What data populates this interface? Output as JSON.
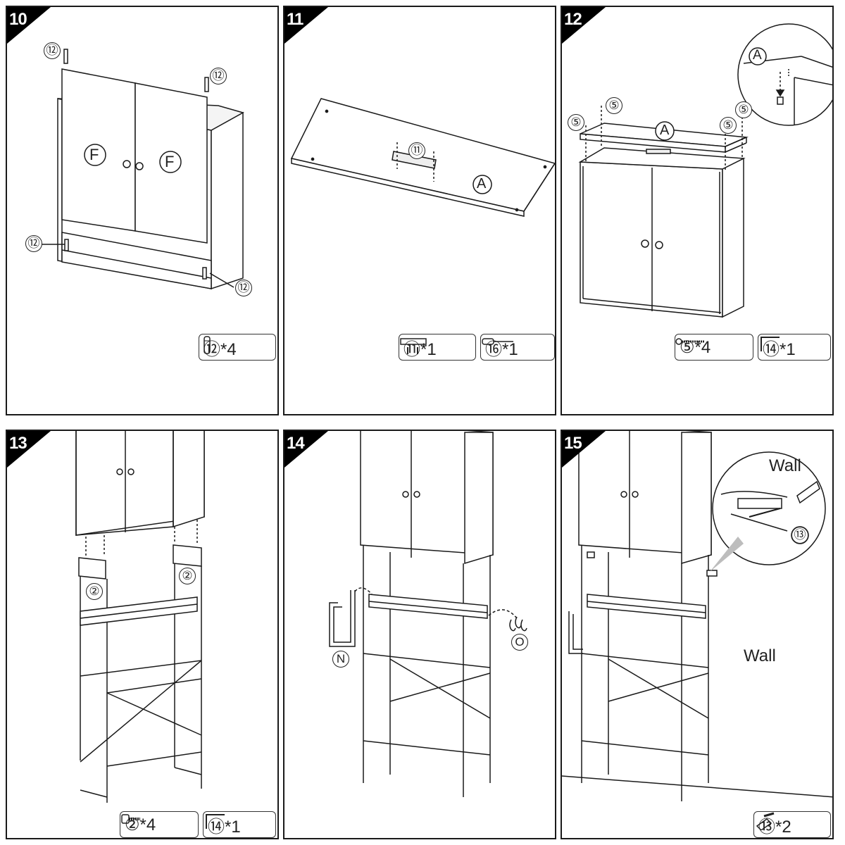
{
  "steps": [
    {
      "number": "10",
      "callouts": [
        "⑫",
        "⑫",
        "⑫",
        "⑫"
      ],
      "letters": [
        "F",
        "F"
      ],
      "parts": [
        {
          "label": "⑫*4",
          "icon": "dowel-pin-icon"
        }
      ]
    },
    {
      "number": "11",
      "callouts": [
        "⑪"
      ],
      "letters": [
        "A"
      ],
      "parts": [
        {
          "label": "⑪*1",
          "icon": "hinge-plate-icon"
        },
        {
          "label": "⑯*1",
          "icon": "screwdriver-icon"
        }
      ]
    },
    {
      "number": "12",
      "callouts": [
        "⑤",
        "⑤",
        "⑤",
        "⑤"
      ],
      "letters": [
        "A",
        "A"
      ],
      "parts": [
        {
          "label": "⑤*4",
          "icon": "screw-icon"
        },
        {
          "label": "⑭*1",
          "icon": "allen-key-icon"
        }
      ]
    },
    {
      "number": "13",
      "callouts": [
        "②",
        "②"
      ],
      "letters": [],
      "parts": [
        {
          "label": "②*4",
          "icon": "bolt-icon"
        },
        {
          "label": "⑭*1",
          "icon": "allen-key-icon"
        }
      ]
    },
    {
      "number": "14",
      "callouts": [],
      "letters": [
        "N",
        "O"
      ],
      "parts": []
    },
    {
      "number": "15",
      "callouts": [
        "⑬"
      ],
      "letters": [],
      "words": [
        "Wall",
        "Wall"
      ],
      "parts": [
        {
          "label": "⑬*2",
          "icon": "wall-anchor-icon"
        }
      ]
    }
  ],
  "colors": {
    "line": "#1a1a1a",
    "badge": "#000000",
    "shade": "#e6e6e6"
  }
}
